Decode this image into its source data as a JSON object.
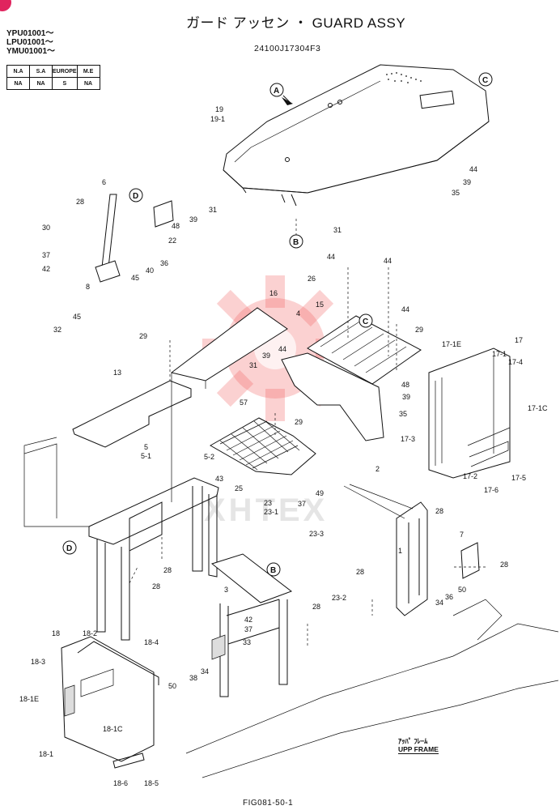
{
  "title": "ガード アッセン ・ GUARD ASSY",
  "part_code": "24100J17304F3",
  "serials": [
    "YPU01001～",
    "LPU01001～",
    "YMU01001～"
  ],
  "region_table": {
    "headers": [
      "N.A",
      "S.A",
      "EUROPE",
      "M.E"
    ],
    "values": [
      "NA",
      "NA",
      "S",
      "NA"
    ]
  },
  "figure_number": "FIG081-50-1",
  "frame_label_jp": "ｱｯﾊﾟ ﾌﾚｰﾑ",
  "frame_label_en": "UPP FRAME",
  "watermark": "XHTEX",
  "callouts": [
    "A",
    "B",
    "C",
    "D"
  ],
  "part_labels": [
    "1",
    "2",
    "3",
    "4",
    "5",
    "5-1",
    "5-2",
    "6",
    "7",
    "8",
    "13",
    "15",
    "16",
    "17",
    "17-1",
    "17-1C",
    "17-1E",
    "17-2",
    "17-3",
    "17-4",
    "17-5",
    "17-6",
    "18",
    "18-1",
    "18-1C",
    "18-1E",
    "18-2",
    "18-3",
    "18-4",
    "18-5",
    "18-6",
    "19",
    "19-1",
    "22",
    "23",
    "23-1",
    "23-2",
    "23-3",
    "25",
    "26",
    "28",
    "29",
    "30",
    "31",
    "32",
    "33",
    "34",
    "35",
    "36",
    "37",
    "38",
    "39",
    "40",
    "42",
    "43",
    "44",
    "45",
    "48",
    "49",
    "50",
    "57"
  ]
}
